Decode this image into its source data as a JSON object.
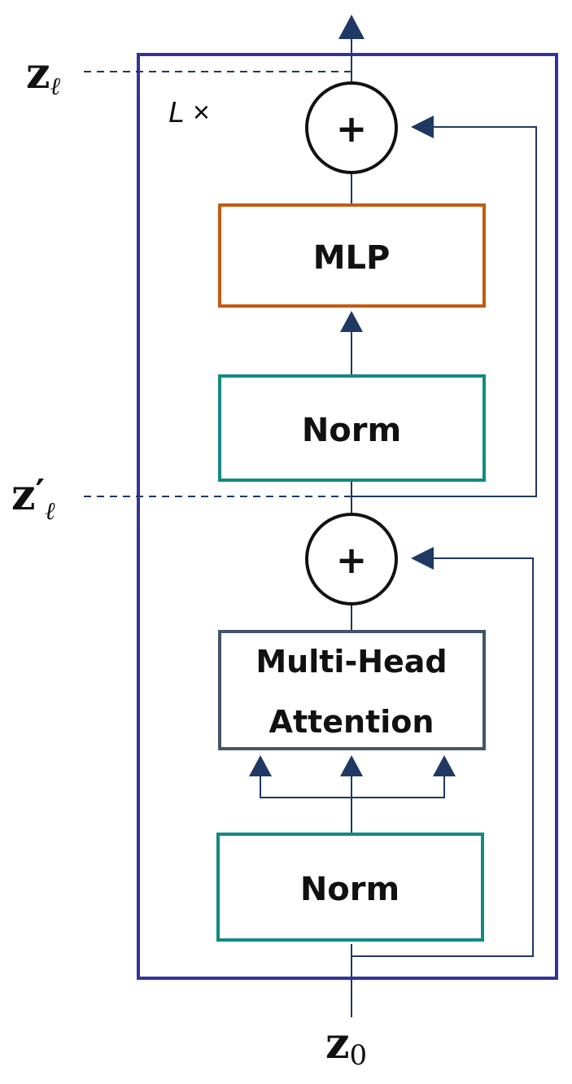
{
  "colors": {
    "outer_frame": "#33339a",
    "arrow": "#1f3864",
    "mlp_border": "#c55a11",
    "norm_border": "#138a80",
    "attention_border": "#44546a",
    "dashed": "#1f3864"
  },
  "labels": {
    "repeat": "L ×",
    "output_var": {
      "base": "z",
      "sub": "ℓ"
    },
    "mid_var": {
      "base": "z",
      "prime": "′",
      "sub": "ℓ"
    },
    "input_var": {
      "base": "z",
      "sub": "0"
    }
  },
  "blocks": {
    "mlp": "MLP",
    "norm_top": "Norm",
    "attention_line1": "Multi-Head",
    "attention_line2": "Attention",
    "norm_bottom": "Norm"
  },
  "operators": {
    "add_top": "+",
    "add_bottom": "+"
  }
}
